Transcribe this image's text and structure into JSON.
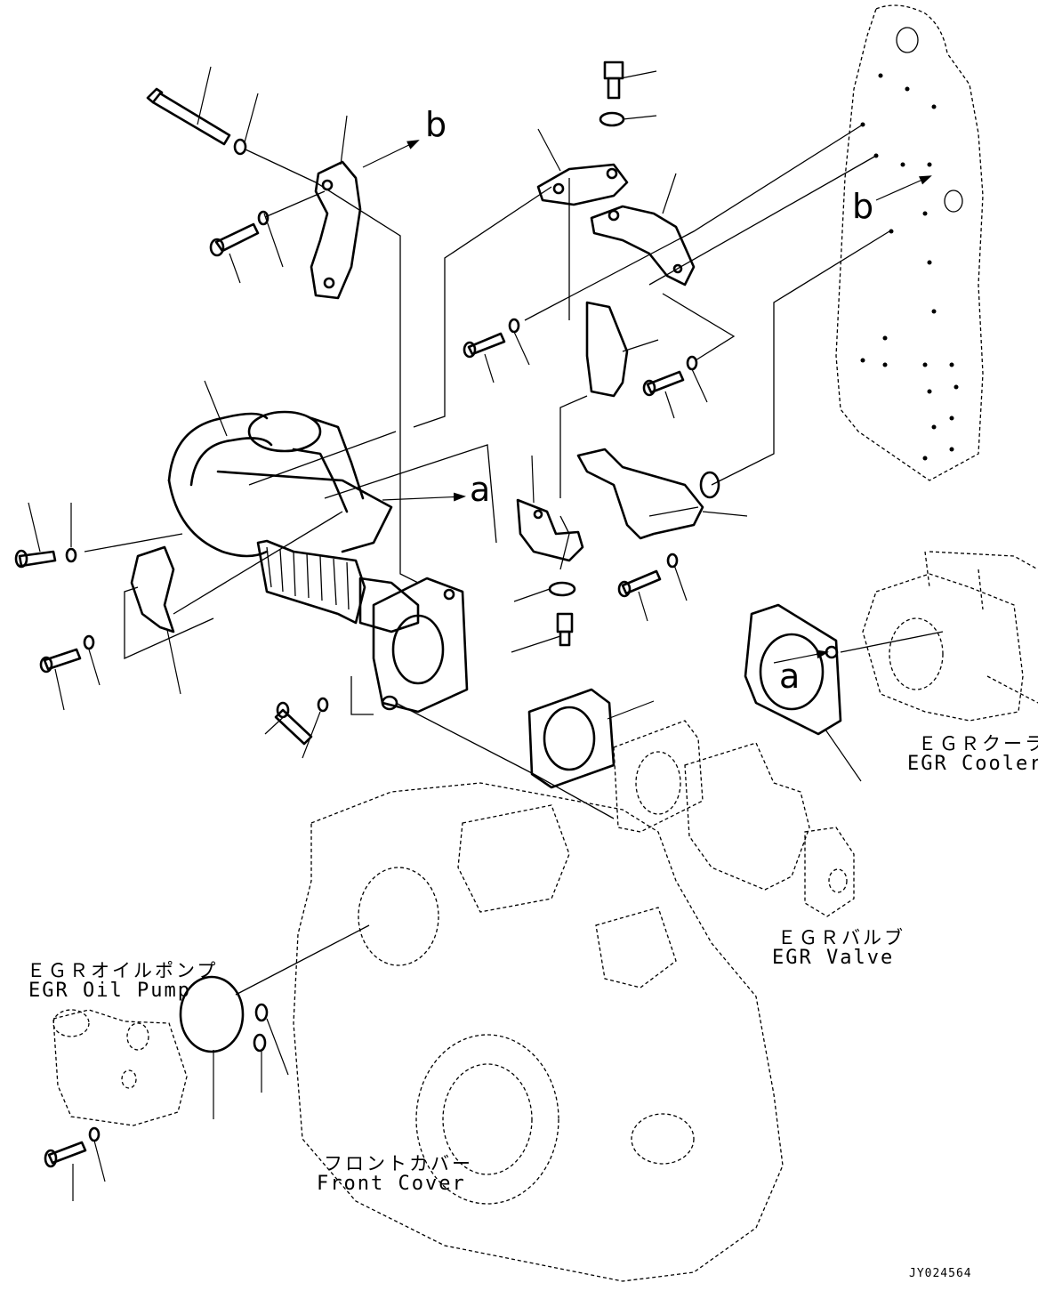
{
  "labels": {
    "egr_cooler_jp": "ＥＧＲクーラ",
    "egr_cooler_en": "EGR Cooler",
    "egr_valve_jp": "ＥＧＲバルブ",
    "egr_valve_en": "EGR Valve",
    "egr_oil_pump_jp": "ＥＧＲオイルポンプ",
    "egr_oil_pump_en": "EGR Oil Pump",
    "front_cover_jp": "フロントカバー",
    "front_cover_en": "Front Cover"
  },
  "refs": {
    "b_top": "b",
    "b_right": "b",
    "a_pipe": "a",
    "a_gasket": "a"
  },
  "drawing_code": "JY024564",
  "icons": {
    "arrow": "arrow-right-icon"
  }
}
